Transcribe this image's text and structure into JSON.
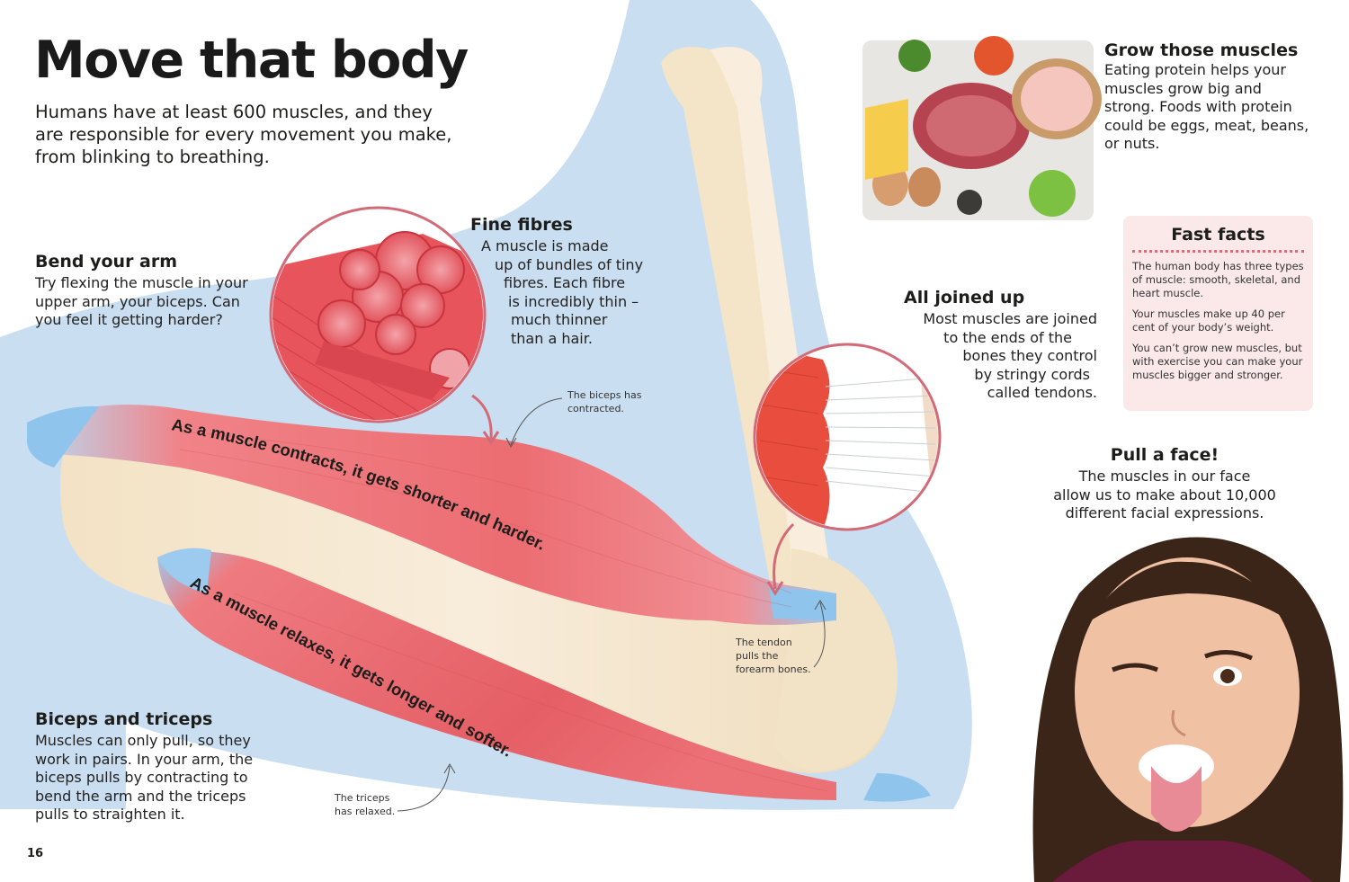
{
  "page": {
    "title": "Move that body",
    "intro": "Humans have at least 600 muscles, and they are responsible for every movement you make, from blinking to breathing.",
    "page_number": "16"
  },
  "bend": {
    "heading": "Bend your arm",
    "lines": [
      "Try flexing the muscle in your",
      "upper arm, your biceps. Can",
      "you feel it getting harder?"
    ]
  },
  "fibres": {
    "heading": "Fine fibres",
    "lines": [
      "A muscle is made",
      "up of bundles of tiny",
      "fibres. Each fibre",
      "is incredibly thin –",
      "much thinner",
      "than a hair."
    ]
  },
  "joined": {
    "heading": "All joined up",
    "lines": [
      "Most muscles are joined",
      "to the ends of the",
      "bones they control",
      "by stringy cords",
      "called tendons."
    ]
  },
  "grow": {
    "heading": "Grow those muscles",
    "lines": [
      "Eating protein helps your",
      "muscles grow big and",
      "strong. Foods with protein",
      "could be eggs, meat, beans,",
      "or nuts."
    ]
  },
  "fast_facts": {
    "title": "Fast facts",
    "items": [
      "The human body has three types of muscle: smooth, skeletal, and heart muscle.",
      "Your muscles make up 40 per cent of your body’s weight.",
      "You can’t grow new muscles, but with exercise you can make your muscles bigger and stronger."
    ]
  },
  "face": {
    "heading": "Pull a face!",
    "lines": [
      "The muscles in our face",
      "allow us to make about 10,000",
      "different facial expressions."
    ]
  },
  "biceps_triceps": {
    "heading": "Biceps and triceps",
    "lines": [
      "Muscles can only pull, so they",
      "work in pairs. In your arm, the",
      "biceps pulls by contracting to",
      "bend the arm and the triceps",
      "pulls to straighten it."
    ]
  },
  "captions": {
    "biceps": [
      "The biceps has",
      "contracted."
    ],
    "tendon": [
      "The tendon",
      "pulls the",
      "forearm bones."
    ],
    "triceps": [
      "The triceps",
      "has relaxed."
    ]
  },
  "curved_text": {
    "contracts": "As a muscle contracts, it gets shorter and harder.",
    "relaxes": "As a muscle relaxes, it gets longer and softer."
  },
  "colors": {
    "sky": "#c9def0",
    "bone": "#f6ead3",
    "muscle": "#e9626a",
    "muscle_light": "#f1868b",
    "tendon": "#8fc4ec",
    "accent_pink": "#d96c7d",
    "facts_bg": "#fbe9ea"
  }
}
